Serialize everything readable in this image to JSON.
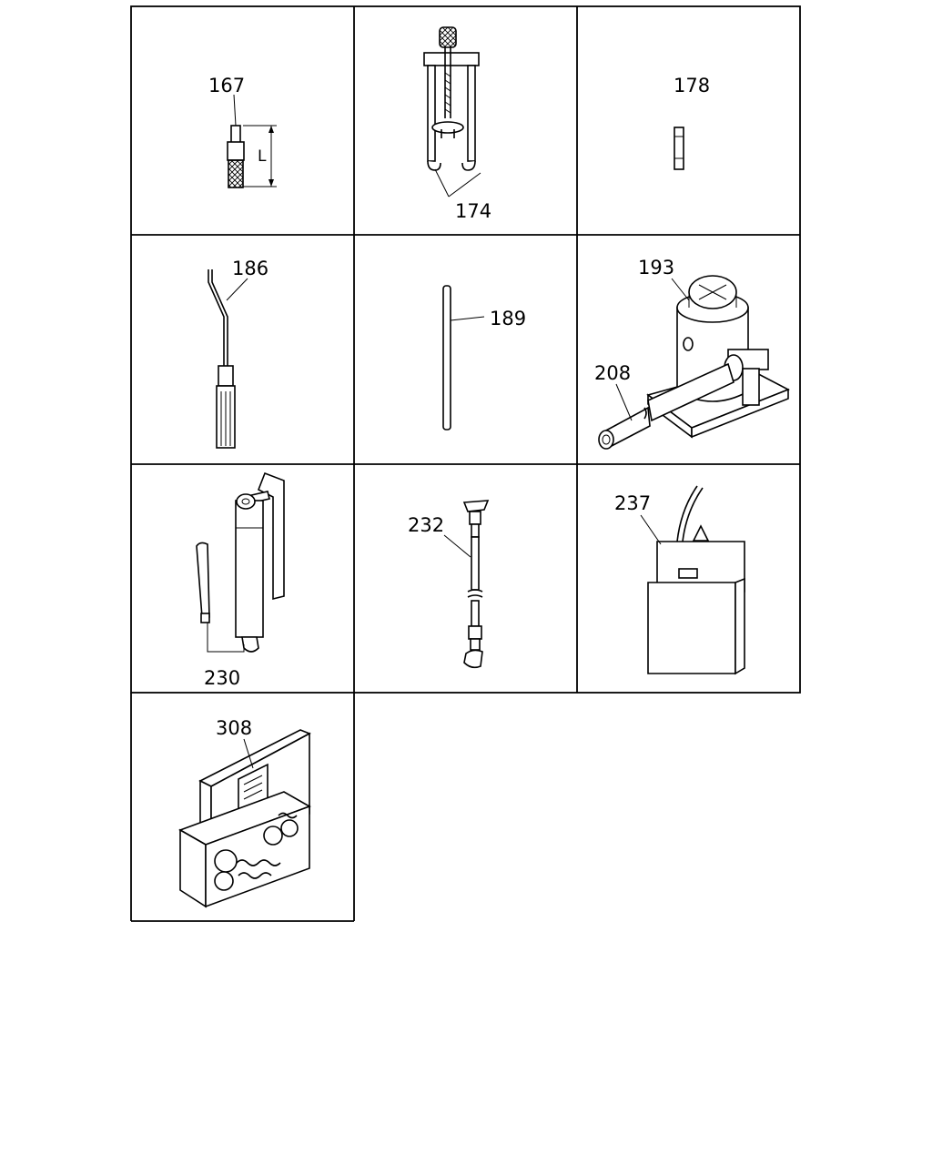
{
  "callouts": {
    "c167": "167",
    "c174": "174",
    "c178": "178",
    "c186": "186",
    "c189": "189",
    "c193": "193",
    "c208": "208",
    "c230": "230",
    "c232": "232",
    "c237": "237",
    "c308": "308"
  },
  "dimension_label": "L"
}
